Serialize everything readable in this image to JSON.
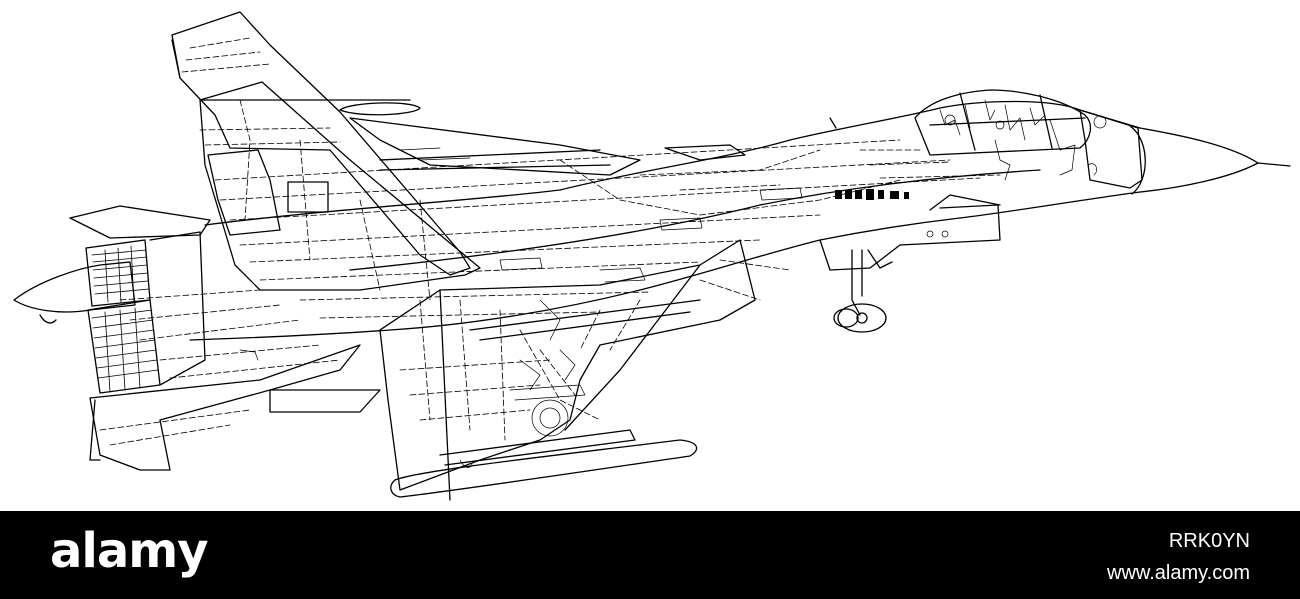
{
  "watermark": {
    "logo_text": "alamy",
    "image_id": "RRK0YN",
    "site_url": "www.alamy.com"
  },
  "colors": {
    "background": "#ffffff",
    "line": "#000000",
    "bar": "#000000",
    "bar_text": "#ffffff"
  },
  "illustration": {
    "subject": "fighter-jet-wireframe-drawing",
    "style": "black outline with dashed hidden lines"
  }
}
